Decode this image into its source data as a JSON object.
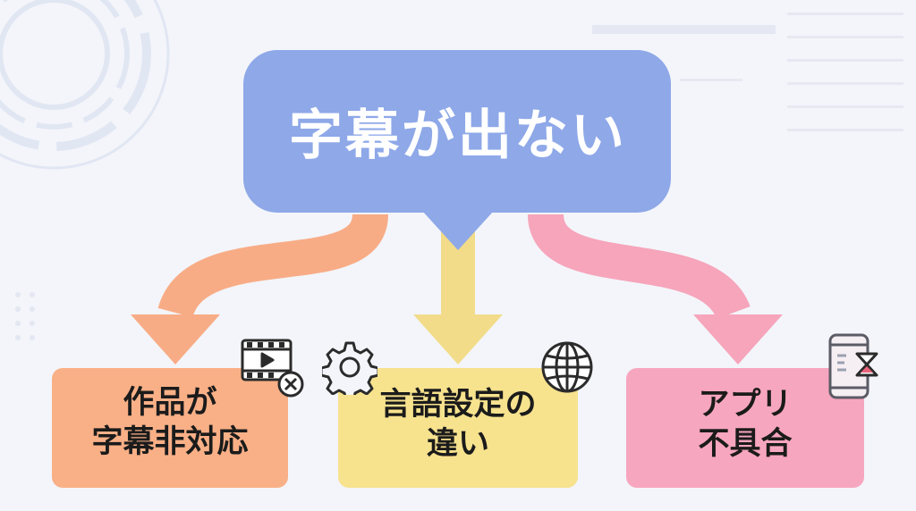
{
  "root": {
    "label": "字幕が出ない"
  },
  "branches": [
    {
      "lines": [
        "作品が",
        "字幕非対応"
      ],
      "icon": "film-reel-close-icon",
      "color": "#f9b087",
      "arrow_color": "#f8ac86"
    },
    {
      "lines": [
        "言語設定の",
        "違い"
      ],
      "icon": "gear-globe-icon",
      "color": "#f7e28e",
      "arrow_color": "#f2dc8a"
    },
    {
      "lines": [
        "アプリ",
        "不具合"
      ],
      "icon": "phone-hourglass-icon",
      "color": "#f7a6bf",
      "arrow_color": "#f6a5bb"
    }
  ],
  "colors": {
    "root": "#8ea8e8",
    "background": "#f3f5fa",
    "icon_stroke": "#2b2b2b"
  }
}
